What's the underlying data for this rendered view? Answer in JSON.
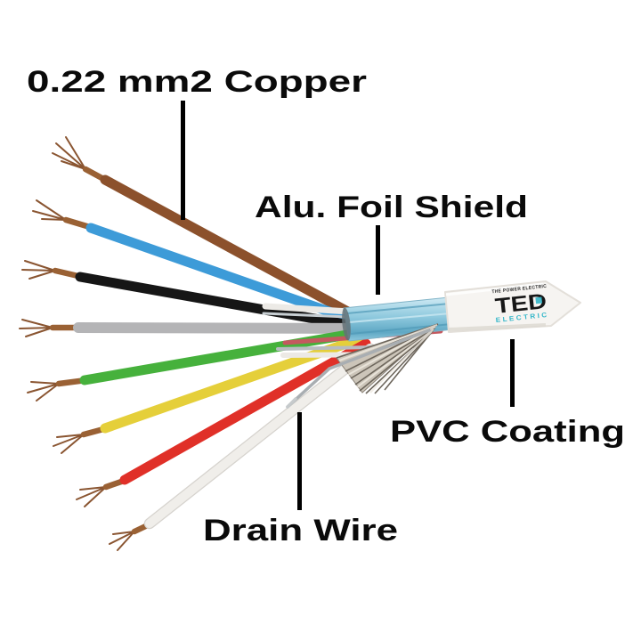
{
  "labels": {
    "copper": "0.22 mm2 Copper",
    "foil": "Alu. Foil Shield",
    "pvc": "PVC Coating",
    "drain": "Drain Wire"
  },
  "logo": {
    "tagline": "THE POWER ELECTRIC",
    "brand": "TED",
    "sub": "ELECTRIC",
    "brand_color": "#161616",
    "sub_color": "#35b7c9"
  },
  "wires": [
    {
      "name": "brown",
      "color": "#8c512c"
    },
    {
      "name": "blue",
      "color": "#3d9bd8"
    },
    {
      "name": "black",
      "color": "#161616"
    },
    {
      "name": "gray",
      "color": "#b4b4b6"
    },
    {
      "name": "green",
      "color": "#46b13c"
    },
    {
      "name": "yellow",
      "color": "#e5cf3a"
    },
    {
      "name": "red",
      "color": "#e03028"
    },
    {
      "name": "white",
      "color": "#f0eeea"
    }
  ],
  "colors": {
    "background": "#ffffff",
    "callout_line": "#000000",
    "label_text": "#0a0a0a",
    "copper_stub": "#9a6134",
    "copper_strand": "#8a5531",
    "foil_light": "#cfeaf4",
    "foil_mid": "#8ec9de",
    "foil_dark": "#5fa8c4",
    "foil_streak": "#4e98b6",
    "jacket": "#f6f4f1",
    "jacket_edge": "#e3dfd9",
    "alu_strip": "#ccc5b9",
    "alu_strip_dark": "#6d665c",
    "drain_wire": "#a9aeb2"
  }
}
